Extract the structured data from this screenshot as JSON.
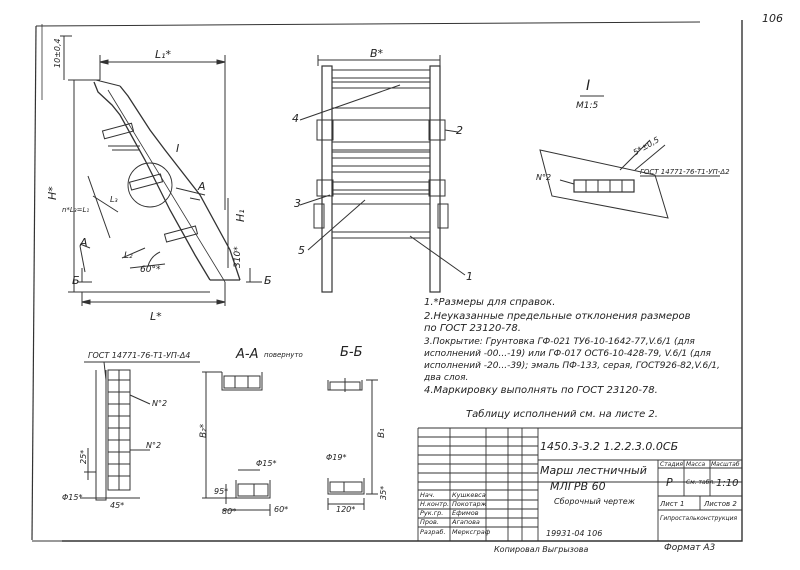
{
  "sheet_number": "106",
  "dimensions": {
    "L1": "L₁*",
    "L": "L*",
    "H": "H*",
    "H1": "H₁",
    "B": "B*",
    "B1": "B₁",
    "B2": "B₂*",
    "L2": "L₂",
    "L3": "L₃",
    "top_tol": "10±0,4",
    "mid_dim": "n*L₃=L₁",
    "angle": "60°*",
    "d310": "310*",
    "d25": "25*",
    "d45": "45*",
    "phi15": "Φ15*",
    "phi19": "Φ19*",
    "d95": "95*",
    "d80": "80*",
    "d60": "60*",
    "d120": "120*",
    "d35": "35*",
    "detail_gap": "5*±0,5"
  },
  "section_marks": {
    "A": "A",
    "B": "Б",
    "I": "I"
  },
  "callouts": [
    "1",
    "2",
    "3",
    "4",
    "5"
  ],
  "detail": {
    "title": "I",
    "scale": "M1:5",
    "weld_label": "ГОСТ 14771-76-Т1-УП-Δ2",
    "pos_label": "N°2"
  },
  "views": {
    "section_aa": "A-A",
    "section_aa_note": "повернуто",
    "section_bb": "Б-Б",
    "weld_left": "ГОСТ 14771-76-Т1-УП-Δ4",
    "pos_1": "N°2",
    "pos_2": "N°2"
  },
  "notes": [
    "1.*Размеры для справок.",
    "2.Неуказанные предельные отклонения размеров",
    "   по ГОСТ 23120-78.",
    "3.Покрытие: Грунтовка ГФ-021 ТУ6-10-1642-77,V.6/1 (для",
    "   исполнений -00...-19) или ГФ-017 ОСТ6-10-428-79, V.6/1 (для",
    "   исполнений -20...-39); эмаль ПФ-133, серая, ГОСТ926-82,V.6/1,",
    "   два слоя.",
    "4.Маркировку выполнять по ГОСТ 23120-78."
  ],
  "table_note": "Таблицу исполнений см. на листе 2.",
  "title_block": {
    "doc_code": "1450.3-3.2 1.2.2.3.0.0СБ",
    "name_line1": "Марш лестничный",
    "name_line2": "МЛГРВ 60",
    "name_line3": "Сборочный чертеж",
    "hdr_stage": "Стадия",
    "hdr_mass": "Масса",
    "hdr_scale": "Масштаб",
    "stage": "Р",
    "mass": "См. табл.",
    "scale": "1:10",
    "sheet": "Лист 1",
    "sheets": "Листов 2",
    "org": "Гипростальконструкция",
    "roles": [
      {
        "role": "Нач.",
        "name": "Кушкевса"
      },
      {
        "role": "Н.контр.",
        "name": "Покотарж"
      },
      {
        "role": "Рук.гр.",
        "name": "Ефимов"
      },
      {
        "role": "Пров.",
        "name": "Агапова"
      },
      {
        "role": "Разраб.",
        "name": "Мерксграф"
      }
    ]
  },
  "inv_number": "19931-04   106",
  "copied": "Копировал Выгрызова",
  "format": "Формат А3"
}
